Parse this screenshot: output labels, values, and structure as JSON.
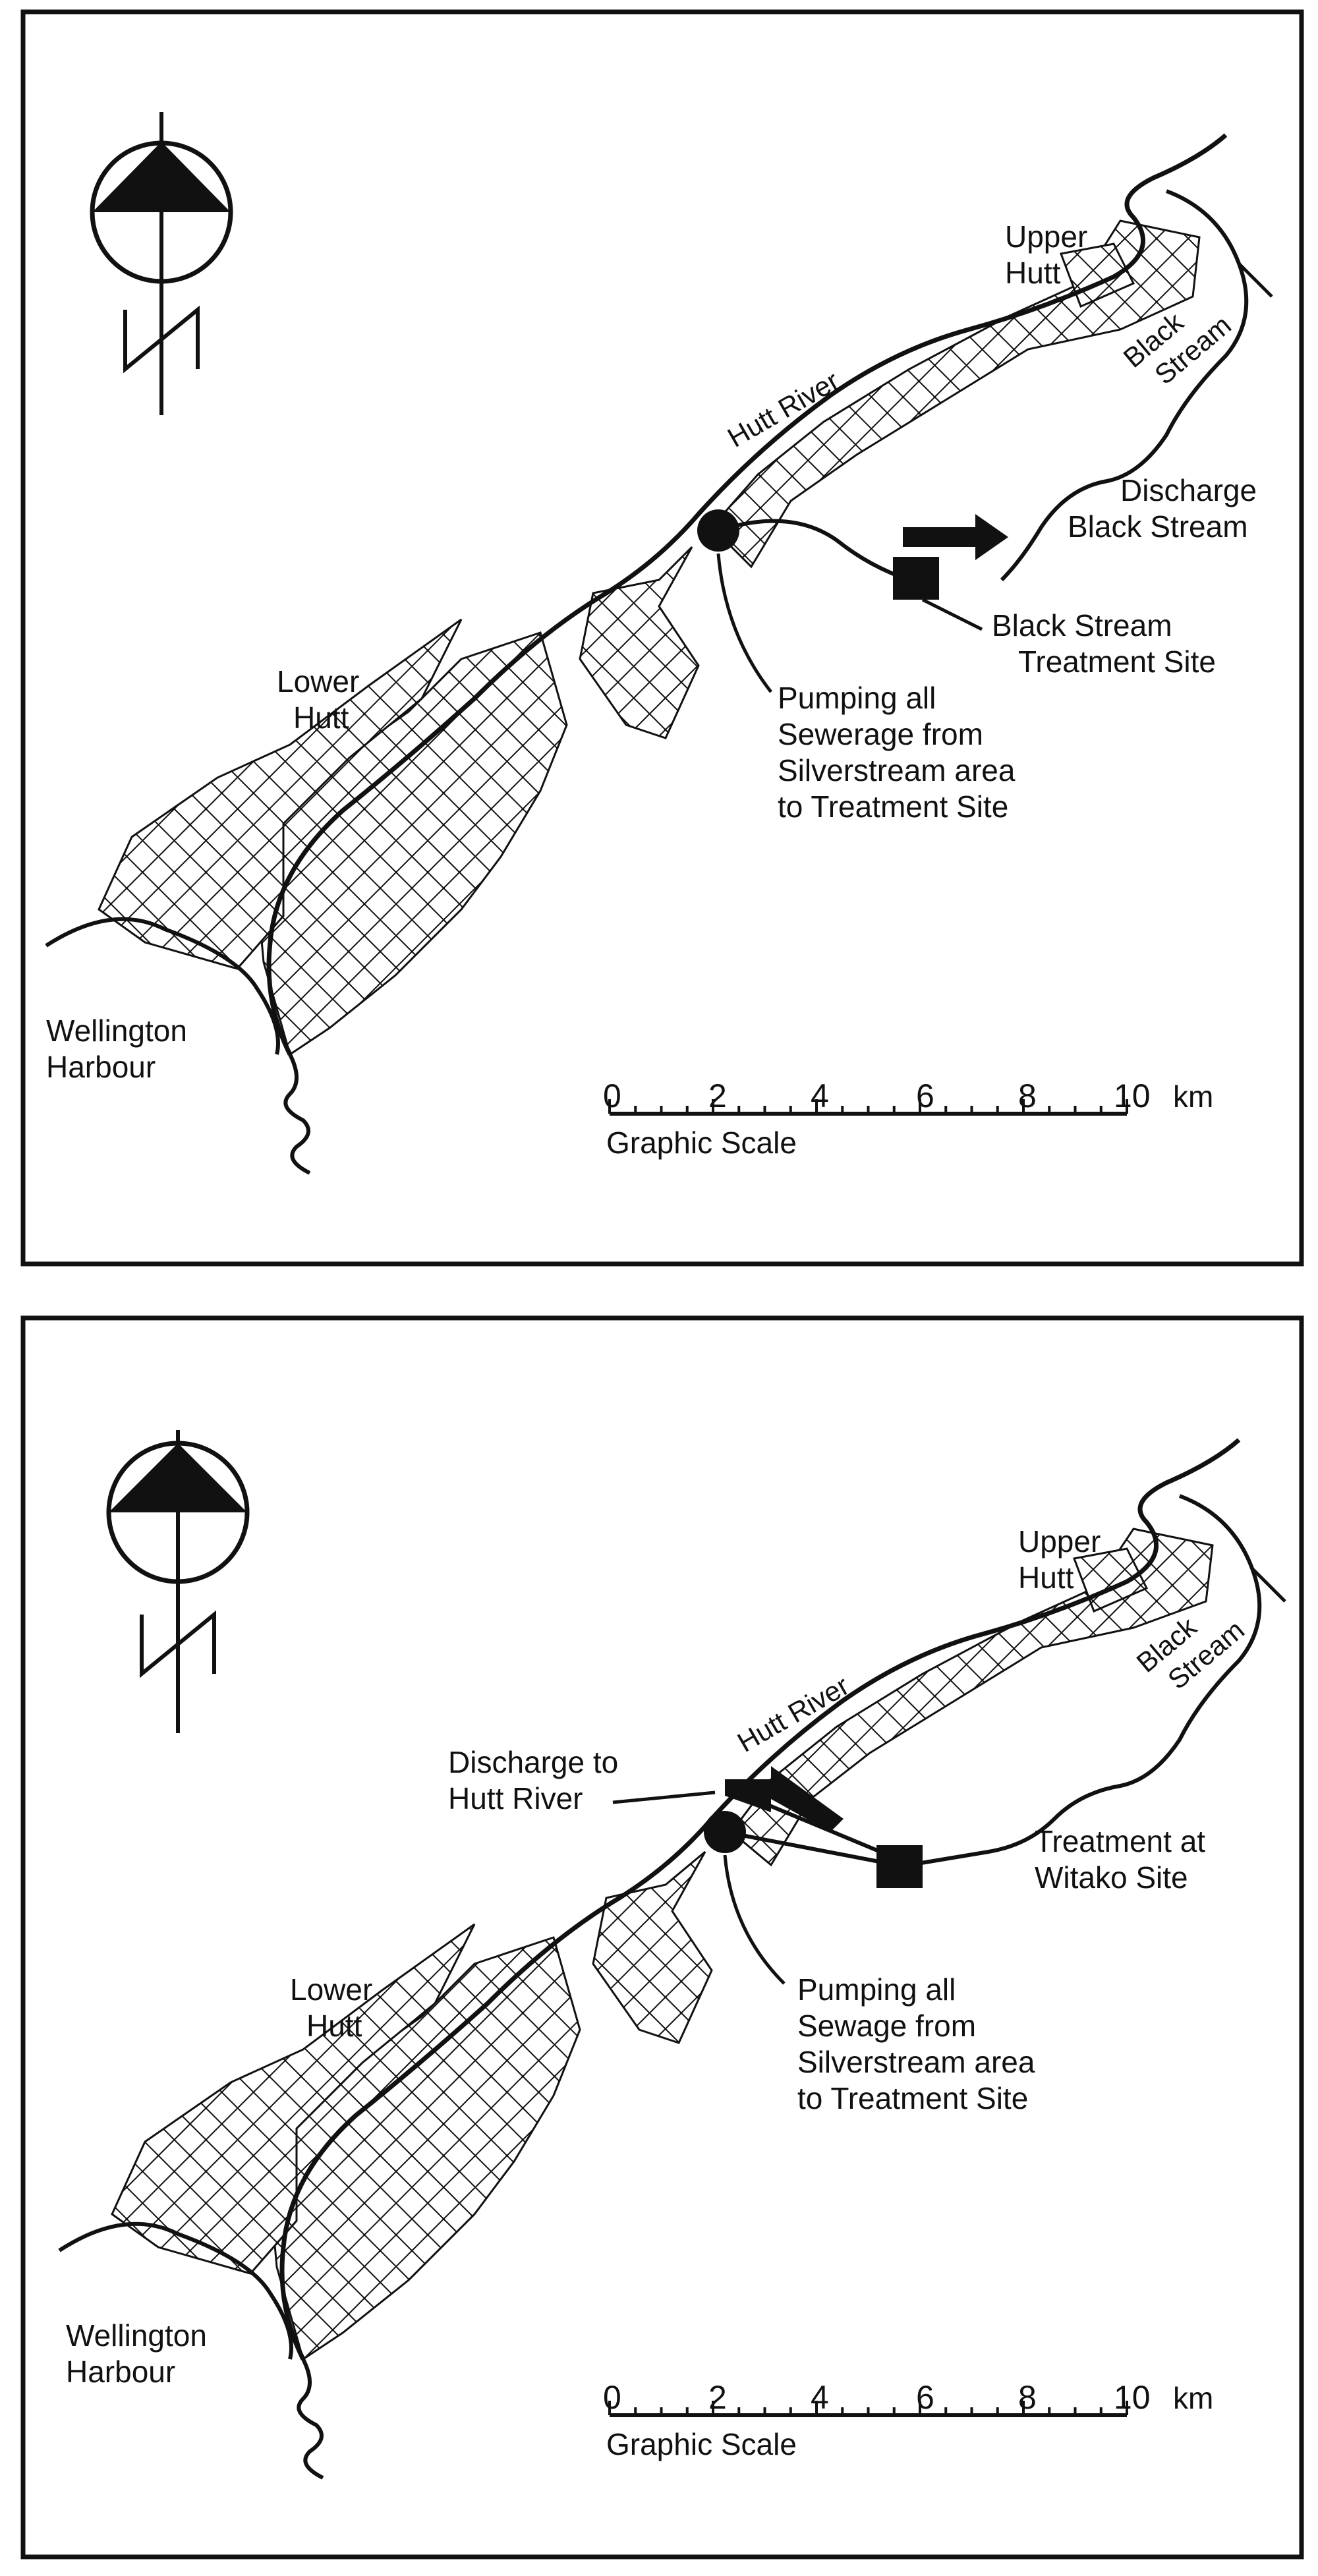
{
  "maps": [
    {
      "labels": {
        "upper_hutt": [
          "Upper",
          "Hutt"
        ],
        "lower_hutt": [
          "Lower",
          "Hutt"
        ],
        "harbour": [
          "Wellington",
          "Harbour"
        ],
        "river": "Hutt River",
        "black_stream": [
          "Black",
          "Stream"
        ],
        "discharge": [
          "Discharge",
          "Black Stream"
        ],
        "treatment": [
          "Black Stream",
          "Treatment Site"
        ],
        "pumping": [
          "Pumping all",
          "Sewerage from",
          "Silverstream area",
          "to Treatment Site"
        ]
      },
      "scale": {
        "ticks": [
          "0",
          "2",
          "4",
          "6",
          "8",
          "10"
        ],
        "unit": "km",
        "caption": "Graphic Scale"
      }
    },
    {
      "labels": {
        "upper_hutt": [
          "Upper",
          "Hutt"
        ],
        "lower_hutt": [
          "Lower",
          "Hutt"
        ],
        "harbour": [
          "Wellington",
          "Harbour"
        ],
        "river": "Hutt River",
        "black_stream": [
          "Black",
          "Stream"
        ],
        "discharge": [
          "Discharge to",
          "Hutt River"
        ],
        "treatment": [
          "Treatment at",
          "Witako Site"
        ],
        "pumping": [
          "Pumping all",
          "Sewage from",
          "Silverstream area",
          "to Treatment Site"
        ]
      },
      "scale": {
        "ticks": [
          "0",
          "2",
          "4",
          "6",
          "8",
          "10"
        ],
        "unit": "km",
        "caption": "Graphic Scale"
      }
    }
  ]
}
